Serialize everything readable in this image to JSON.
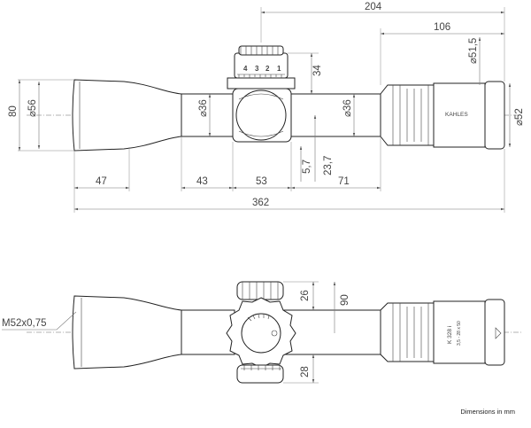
{
  "dimensions": {
    "overall_length": "362",
    "eyepiece_to_saddle": "204",
    "eyepiece_section": "106",
    "objective_housing_dia": "51,5",
    "body_height": "80",
    "eyepiece_dia": "56",
    "tube_dia_front": "36",
    "tube_dia_rear": "36",
    "objective_dia": "52",
    "turret_height_top": "34",
    "offset_small": "5,7",
    "offset_center": "23,7",
    "eyepiece_length": "47",
    "tube_front_length": "43",
    "saddle_length": "53",
    "tube_rear_length": "71",
    "side_turret_top": "26",
    "side_height": "90",
    "side_turret_bottom": "28",
    "thread_note": "M52x0,75"
  },
  "markings": {
    "turret_numbers": [
      "4",
      "3",
      "2",
      "1"
    ],
    "brand": "KAHLES",
    "model": "K 328 i",
    "model_sub": "3,5 - 28 x 50"
  },
  "footnote": "Dimensions in mm"
}
